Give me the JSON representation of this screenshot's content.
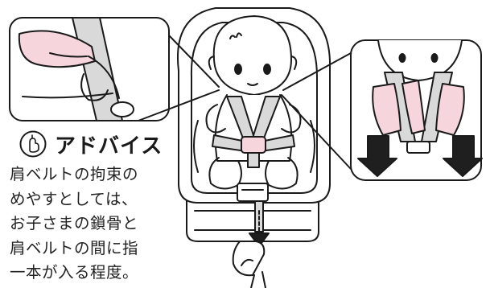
{
  "advice": {
    "icon": "thumb-finger-icon",
    "title": "アドバイス",
    "lines": [
      "肩ベルトの拘束の",
      "めやすとしては、",
      "お子さまの鎖骨と",
      "肩ベルトの間に指",
      "一本が入る程度。"
    ]
  },
  "colors": {
    "line": "#1a1a1a",
    "skin_pink": "#f6d6dc",
    "belt_gray": "#d9d9d9",
    "arrow_dark": "#1f1f1f"
  }
}
